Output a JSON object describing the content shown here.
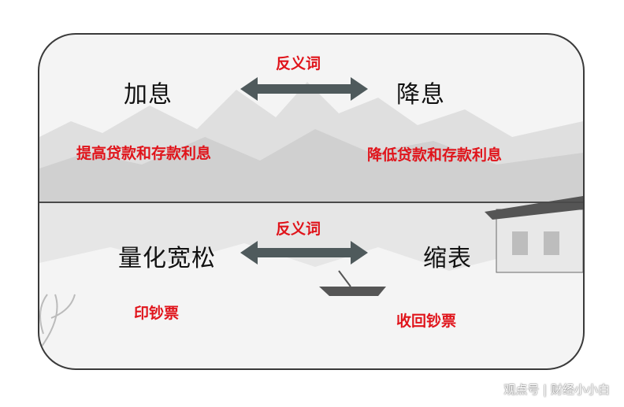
{
  "top": {
    "relation": "反义词",
    "left_term": "加息",
    "right_term": "降息",
    "left_desc": "提高贷款和存款利息",
    "right_desc": "降低贷款和存款利息"
  },
  "bottom": {
    "relation": "反义词",
    "left_term": "量化宽松",
    "right_term": "缩表",
    "left_desc": "印钞票",
    "right_desc": "收回钞票"
  },
  "watermark": "观点号 | 财经小小白",
  "colors": {
    "accent_red": "#e0141b",
    "arrow_gray": "#4f5a5c",
    "border": "#3a3a3a"
  }
}
